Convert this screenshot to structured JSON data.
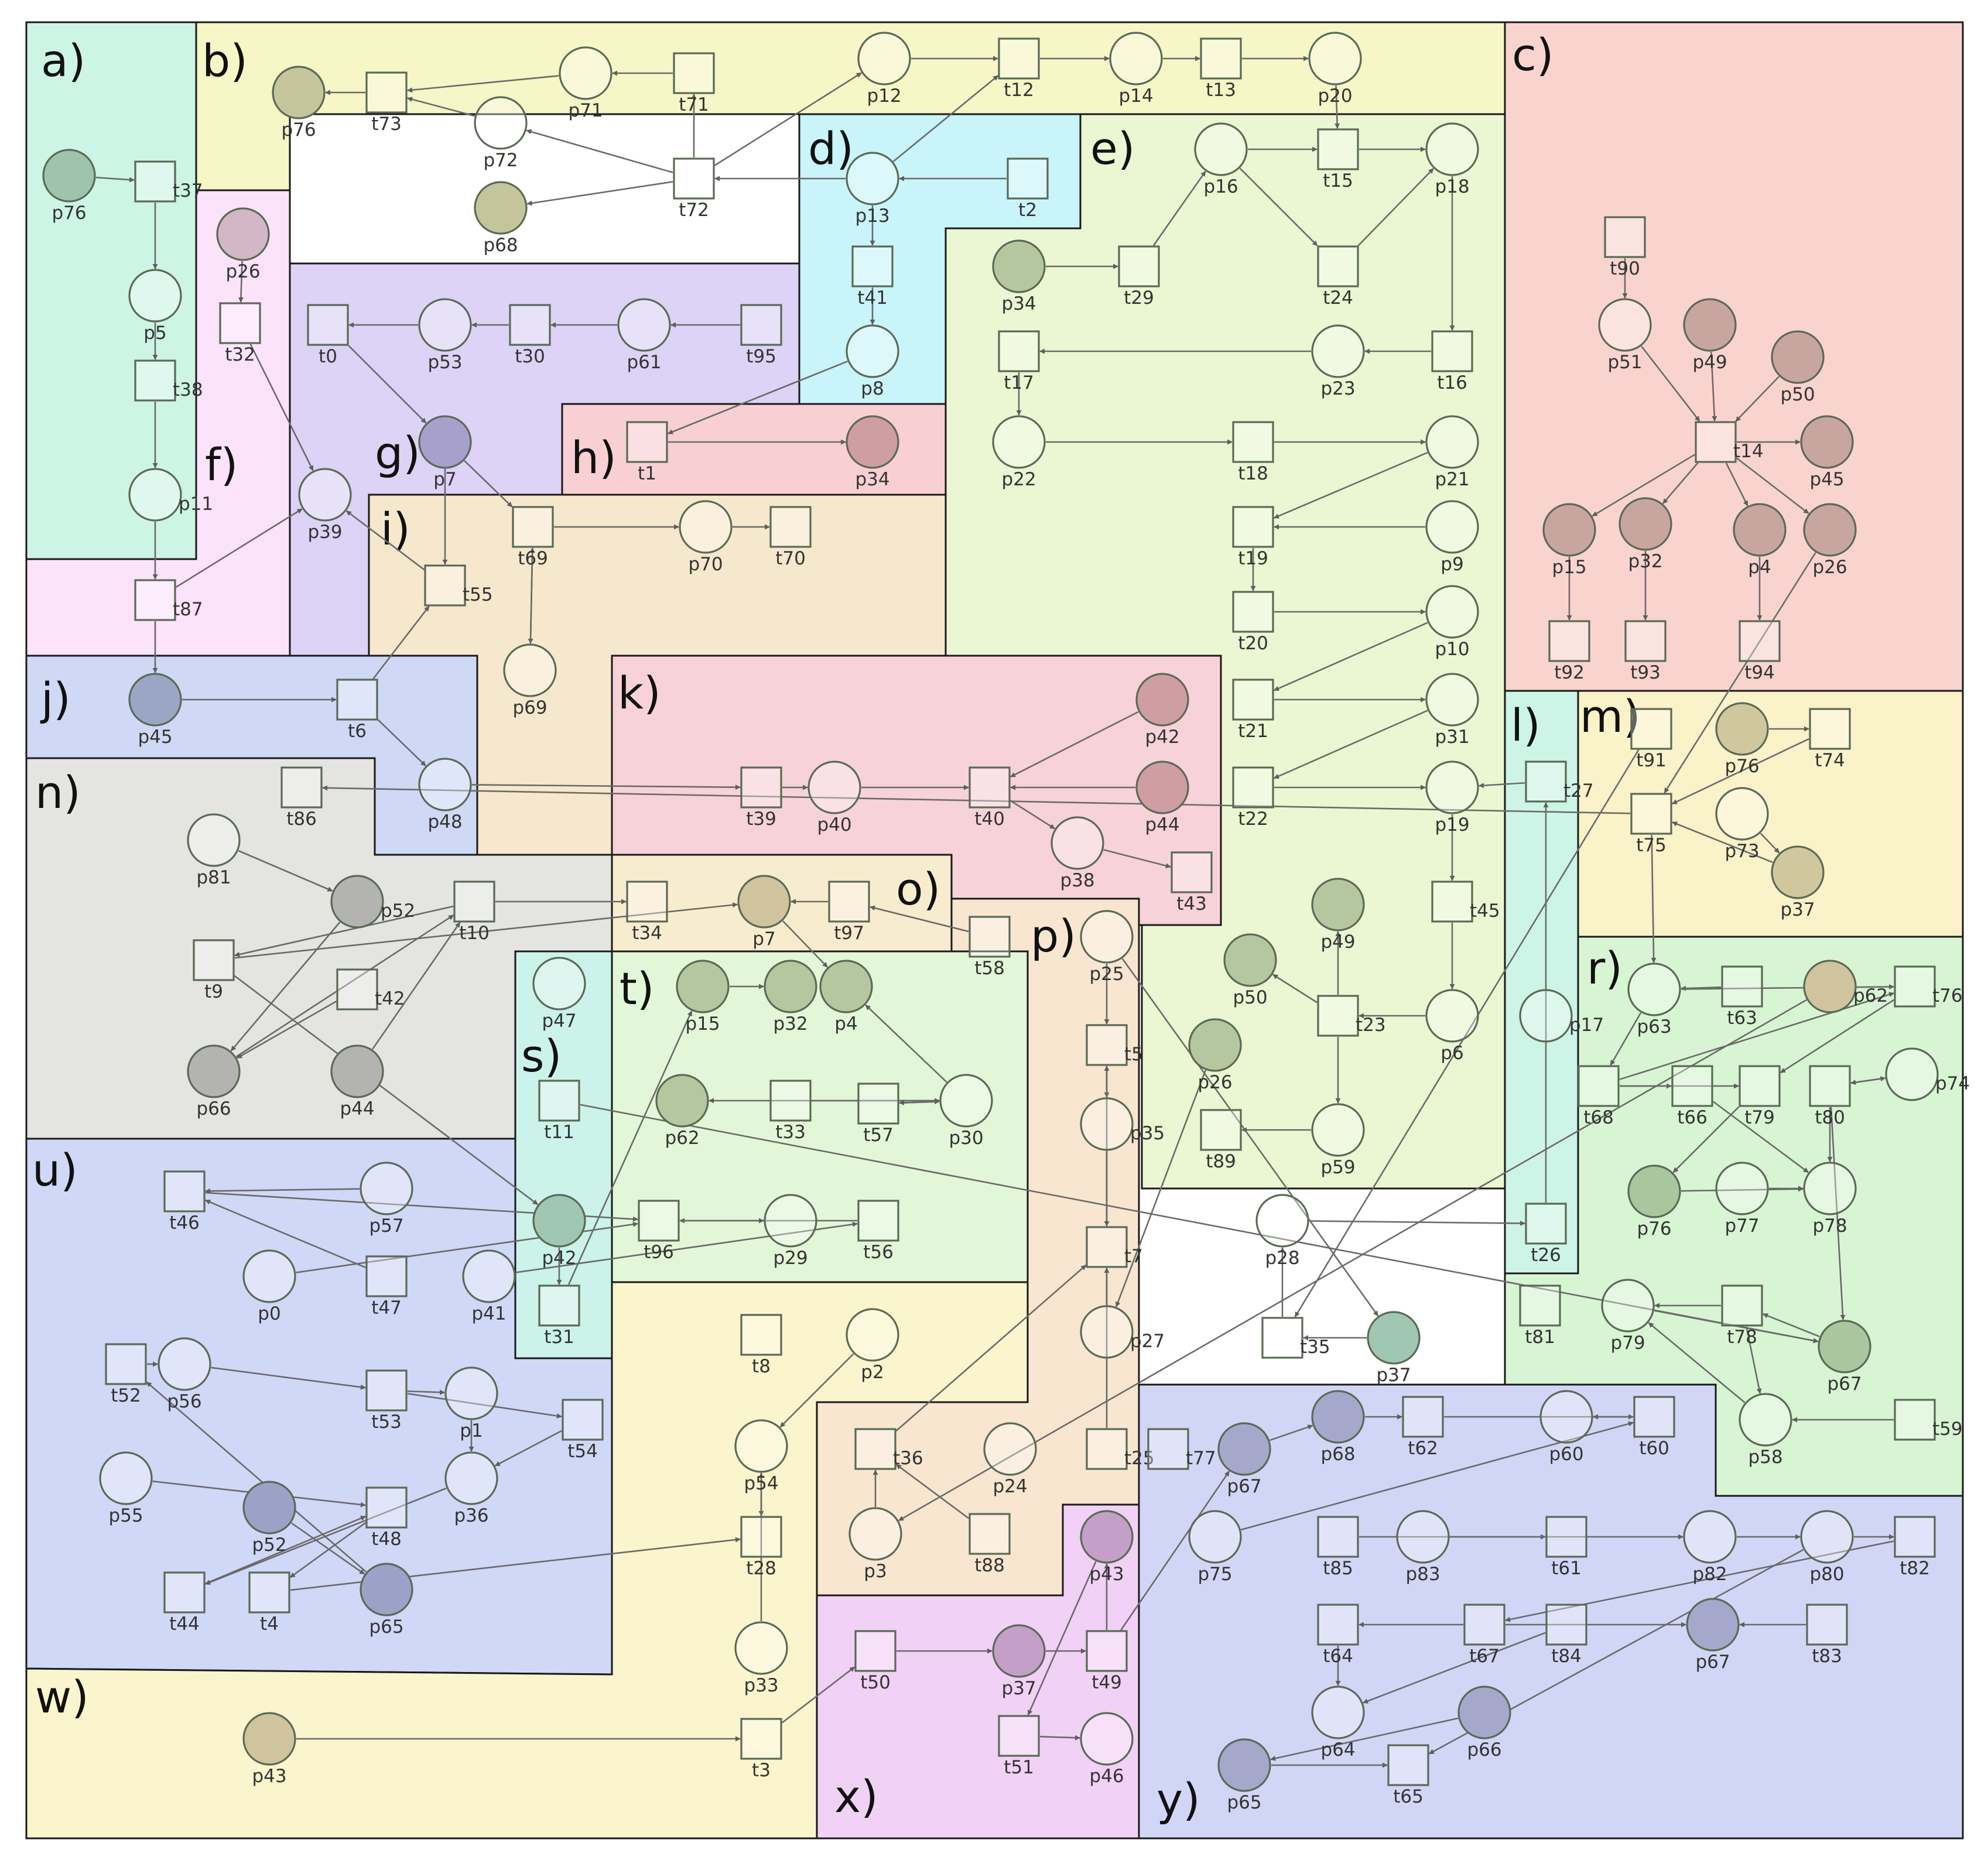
{
  "regions": [
    {
      "id": "a",
      "label": "a)",
      "color": "#cdf5e6"
    },
    {
      "id": "b",
      "label": "b)",
      "color": "#f6f6c6"
    },
    {
      "id": "c",
      "label": "c)",
      "color": "#f9d4cf"
    },
    {
      "id": "d",
      "label": "d)",
      "color": "#c9f4f9"
    },
    {
      "id": "e",
      "label": "e)",
      "color": "#eaf7d2"
    },
    {
      "id": "f",
      "label": "f)",
      "color": "#fbe3fa"
    },
    {
      "id": "g",
      "label": "g)",
      "color": "#dcd3f6"
    },
    {
      "id": "h",
      "label": "h)",
      "color": "#f8d0d4"
    },
    {
      "id": "i",
      "label": "i)",
      "color": "#f6e8cc"
    },
    {
      "id": "j",
      "label": "j)",
      "color": "#cfd9f6"
    },
    {
      "id": "k",
      "label": "k)",
      "color": "#f8d2d9"
    },
    {
      "id": "l",
      "label": "l)",
      "color": "#ccf5e7"
    },
    {
      "id": "m",
      "label": "m)",
      "color": "#faf2c8"
    },
    {
      "id": "n",
      "label": "n)",
      "color": "#e4e4e1"
    },
    {
      "id": "o",
      "label": "o)",
      "color": "#f8ecce"
    },
    {
      "id": "p",
      "label": "p)",
      "color": "#f8e6d0"
    },
    {
      "id": "r",
      "label": "r)",
      "color": "#d8f5d3"
    },
    {
      "id": "s",
      "label": "s)",
      "color": "#cbf3e9"
    },
    {
      "id": "t",
      "label": "t)",
      "color": "#e2f7d7"
    },
    {
      "id": "u",
      "label": "u)",
      "color": "#d0d8f7"
    },
    {
      "id": "w",
      "label": "w)",
      "color": "#faf5cc"
    },
    {
      "id": "x",
      "label": "x)",
      "color": "#f2d1f6"
    },
    {
      "id": "y",
      "label": "y)",
      "color": "#d2d6f6"
    }
  ],
  "nodes": [
    {
      "label": "p76",
      "kind": "place",
      "fill": "#9fc4ad"
    },
    {
      "label": "t37",
      "kind": "transition"
    },
    {
      "label": "p5",
      "kind": "place"
    },
    {
      "label": "t38",
      "kind": "transition"
    },
    {
      "label": "p11",
      "kind": "place"
    },
    {
      "label": "t87",
      "kind": "transition"
    },
    {
      "label": "p26",
      "kind": "place",
      "fill": "#d3b7c7"
    },
    {
      "label": "t32",
      "kind": "transition"
    },
    {
      "label": "p39",
      "kind": "place"
    },
    {
      "label": "p76",
      "kind": "place",
      "fill": "#c4c59b"
    },
    {
      "label": "t73",
      "kind": "transition"
    },
    {
      "label": "p71",
      "kind": "place"
    },
    {
      "label": "t71",
      "kind": "transition"
    },
    {
      "label": "p72",
      "kind": "place"
    },
    {
      "label": "p68",
      "kind": "place",
      "fill": "#c4c59b"
    },
    {
      "label": "t72",
      "kind": "transition"
    },
    {
      "label": "p12",
      "kind": "place"
    },
    {
      "label": "t12",
      "kind": "transition"
    },
    {
      "label": "p14",
      "kind": "place"
    },
    {
      "label": "t13",
      "kind": "transition"
    },
    {
      "label": "p20",
      "kind": "place"
    },
    {
      "label": "p13",
      "kind": "place"
    },
    {
      "label": "t2",
      "kind": "transition"
    },
    {
      "label": "t41",
      "kind": "transition"
    },
    {
      "label": "p8",
      "kind": "place"
    },
    {
      "label": "t0",
      "kind": "transition"
    },
    {
      "label": "p53",
      "kind": "place"
    },
    {
      "label": "t30",
      "kind": "transition"
    },
    {
      "label": "p61",
      "kind": "place"
    },
    {
      "label": "t95",
      "kind": "transition"
    },
    {
      "label": "p7",
      "kind": "place",
      "fill": "#a7a0cc"
    },
    {
      "label": "t1",
      "kind": "transition"
    },
    {
      "label": "p34",
      "kind": "place",
      "fill": "#cf9ea3"
    },
    {
      "label": "t55",
      "kind": "transition"
    },
    {
      "label": "t69",
      "kind": "transition"
    },
    {
      "label": "p70",
      "kind": "place"
    },
    {
      "label": "t70",
      "kind": "transition"
    },
    {
      "label": "p69",
      "kind": "place"
    },
    {
      "label": "p16",
      "kind": "place"
    },
    {
      "label": "t15",
      "kind": "transition"
    },
    {
      "label": "p18",
      "kind": "place"
    },
    {
      "label": "p34",
      "kind": "place",
      "fill": "#b5c79e"
    },
    {
      "label": "t29",
      "kind": "transition"
    },
    {
      "label": "t24",
      "kind": "transition"
    },
    {
      "label": "t17",
      "kind": "transition"
    },
    {
      "label": "p23",
      "kind": "place"
    },
    {
      "label": "t16",
      "kind": "transition"
    },
    {
      "label": "p22",
      "kind": "place"
    },
    {
      "label": "t18",
      "kind": "transition"
    },
    {
      "label": "p21",
      "kind": "place"
    },
    {
      "label": "t19",
      "kind": "transition"
    },
    {
      "label": "p9",
      "kind": "place"
    },
    {
      "label": "t20",
      "kind": "transition"
    },
    {
      "label": "p10",
      "kind": "place"
    },
    {
      "label": "t21",
      "kind": "transition"
    },
    {
      "label": "p31",
      "kind": "place"
    },
    {
      "label": "t22",
      "kind": "transition"
    },
    {
      "label": "p19",
      "kind": "place"
    },
    {
      "label": "t45",
      "kind": "transition"
    },
    {
      "label": "p6",
      "kind": "place"
    },
    {
      "label": "t23",
      "kind": "transition"
    },
    {
      "label": "p49",
      "kind": "place",
      "fill": "#b5c79e"
    },
    {
      "label": "p50",
      "kind": "place",
      "fill": "#b5c79e"
    },
    {
      "label": "p26",
      "kind": "place",
      "fill": "#b5c79e"
    },
    {
      "label": "t89",
      "kind": "transition"
    },
    {
      "label": "p59",
      "kind": "place"
    },
    {
      "label": "t90",
      "kind": "transition"
    },
    {
      "label": "p51",
      "kind": "place"
    },
    {
      "label": "p49",
      "kind": "place",
      "fill": "#c9a5a0"
    },
    {
      "label": "p50",
      "kind": "place",
      "fill": "#c9a5a0"
    },
    {
      "label": "t14",
      "kind": "transition"
    },
    {
      "label": "p45",
      "kind": "place",
      "fill": "#c9a5a0"
    },
    {
      "label": "p15",
      "kind": "place",
      "fill": "#c9a5a0"
    },
    {
      "label": "p32",
      "kind": "place",
      "fill": "#c9a5a0"
    },
    {
      "label": "p4",
      "kind": "place",
      "fill": "#c9a5a0"
    },
    {
      "label": "p26",
      "kind": "place",
      "fill": "#c9a5a0"
    },
    {
      "label": "t92",
      "kind": "transition"
    },
    {
      "label": "t93",
      "kind": "transition"
    },
    {
      "label": "t94",
      "kind": "transition"
    },
    {
      "label": "p45",
      "kind": "place",
      "fill": "#9ba6c7"
    },
    {
      "label": "t6",
      "kind": "transition"
    },
    {
      "label": "p48",
      "kind": "place"
    },
    {
      "label": "t39",
      "kind": "transition"
    },
    {
      "label": "p40",
      "kind": "place"
    },
    {
      "label": "t40",
      "kind": "transition"
    },
    {
      "label": "p42",
      "kind": "place",
      "fill": "#cf9ea3"
    },
    {
      "label": "p44",
      "kind": "place",
      "fill": "#cf9ea3"
    },
    {
      "label": "p38",
      "kind": "place"
    },
    {
      "label": "t43",
      "kind": "transition"
    },
    {
      "label": "t27",
      "kind": "transition"
    },
    {
      "label": "p17",
      "kind": "place"
    },
    {
      "label": "t26",
      "kind": "transition"
    },
    {
      "label": "p28",
      "kind": "place"
    },
    {
      "label": "t35",
      "kind": "transition"
    },
    {
      "label": "p37",
      "kind": "place",
      "fill": "#9fc7b1"
    },
    {
      "label": "t91",
      "kind": "transition"
    },
    {
      "label": "p76",
      "kind": "place",
      "fill": "#d0c79f"
    },
    {
      "label": "t74",
      "kind": "transition"
    },
    {
      "label": "t75",
      "kind": "transition"
    },
    {
      "label": "p73",
      "kind": "place"
    },
    {
      "label": "p37",
      "kind": "place",
      "fill": "#d0c79f"
    },
    {
      "label": "t86",
      "kind": "transition"
    },
    {
      "label": "p81",
      "kind": "place"
    },
    {
      "label": "p52",
      "kind": "place",
      "fill": "#b3b3b1"
    },
    {
      "label": "t10",
      "kind": "transition"
    },
    {
      "label": "t9",
      "kind": "transition"
    },
    {
      "label": "t42",
      "kind": "transition"
    },
    {
      "label": "p66",
      "kind": "place",
      "fill": "#b3b3b1"
    },
    {
      "label": "p44",
      "kind": "place",
      "fill": "#b3b3b1"
    },
    {
      "label": "t34",
      "kind": "transition"
    },
    {
      "label": "p7",
      "kind": "place",
      "fill": "#cfc49d"
    },
    {
      "label": "t97",
      "kind": "transition"
    },
    {
      "label": "t58",
      "kind": "transition"
    },
    {
      "label": "p25",
      "kind": "place"
    },
    {
      "label": "t5",
      "kind": "transition"
    },
    {
      "label": "p35",
      "kind": "place"
    },
    {
      "label": "t7",
      "kind": "transition"
    },
    {
      "label": "p27",
      "kind": "place"
    },
    {
      "label": "t25",
      "kind": "transition"
    },
    {
      "label": "p24",
      "kind": "place"
    },
    {
      "label": "t36",
      "kind": "transition"
    },
    {
      "label": "p3",
      "kind": "place"
    },
    {
      "label": "t88",
      "kind": "transition"
    },
    {
      "label": "p62",
      "kind": "place",
      "fill": "#cfc49d"
    },
    {
      "label": "t63",
      "kind": "transition"
    },
    {
      "label": "p63",
      "kind": "place"
    },
    {
      "label": "t76",
      "kind": "transition"
    },
    {
      "label": "t68",
      "kind": "transition"
    },
    {
      "label": "t66",
      "kind": "transition"
    },
    {
      "label": "t79",
      "kind": "transition"
    },
    {
      "label": "t80",
      "kind": "transition"
    },
    {
      "label": "p74",
      "kind": "place"
    },
    {
      "label": "p76",
      "kind": "place",
      "fill": "#a8c79e"
    },
    {
      "label": "p77",
      "kind": "place"
    },
    {
      "label": "p78",
      "kind": "place"
    },
    {
      "label": "t81",
      "kind": "transition"
    },
    {
      "label": "p79",
      "kind": "place"
    },
    {
      "label": "t78",
      "kind": "transition"
    },
    {
      "label": "p67",
      "kind": "place",
      "fill": "#a8c79e"
    },
    {
      "label": "p58",
      "kind": "place"
    },
    {
      "label": "t59",
      "kind": "transition"
    },
    {
      "label": "p47",
      "kind": "place"
    },
    {
      "label": "t11",
      "kind": "transition"
    },
    {
      "label": "p42",
      "kind": "place",
      "fill": "#9fc7b1"
    },
    {
      "label": "t31",
      "kind": "transition"
    },
    {
      "label": "p15",
      "kind": "place",
      "fill": "#b5c79e"
    },
    {
      "label": "p32",
      "kind": "place",
      "fill": "#b5c79e"
    },
    {
      "label": "p4",
      "kind": "place",
      "fill": "#b5c79e"
    },
    {
      "label": "p62",
      "kind": "place",
      "fill": "#b5c79e"
    },
    {
      "label": "t33",
      "kind": "transition"
    },
    {
      "label": "t57",
      "kind": "transition"
    },
    {
      "label": "p30",
      "kind": "place"
    },
    {
      "label": "t96",
      "kind": "transition"
    },
    {
      "label": "p29",
      "kind": "place"
    },
    {
      "label": "t56",
      "kind": "transition"
    },
    {
      "label": "t46",
      "kind": "transition"
    },
    {
      "label": "p57",
      "kind": "place"
    },
    {
      "label": "p0",
      "kind": "place"
    },
    {
      "label": "t47",
      "kind": "transition"
    },
    {
      "label": "p41",
      "kind": "place"
    },
    {
      "label": "t52",
      "kind": "transition"
    },
    {
      "label": "p56",
      "kind": "place"
    },
    {
      "label": "t53",
      "kind": "transition"
    },
    {
      "label": "p1",
      "kind": "place"
    },
    {
      "label": "t54",
      "kind": "transition"
    },
    {
      "label": "p55",
      "kind": "place"
    },
    {
      "label": "p36",
      "kind": "place"
    },
    {
      "label": "t48",
      "kind": "transition"
    },
    {
      "label": "p52",
      "kind": "place",
      "fill": "#9aa3c7"
    },
    {
      "label": "t44",
      "kind": "transition"
    },
    {
      "label": "t4",
      "kind": "transition"
    },
    {
      "label": "p65",
      "kind": "place",
      "fill": "#9aa3c7"
    },
    {
      "label": "t8",
      "kind": "transition"
    },
    {
      "label": "p2",
      "kind": "place"
    },
    {
      "label": "p54",
      "kind": "place"
    },
    {
      "label": "t28",
      "kind": "transition"
    },
    {
      "label": "p33",
      "kind": "place"
    },
    {
      "label": "t3",
      "kind": "transition"
    },
    {
      "label": "p43",
      "kind": "place",
      "fill": "#cfc49d"
    },
    {
      "label": "t50",
      "kind": "transition"
    },
    {
      "label": "p37",
      "kind": "place",
      "fill": "#c4a0c8"
    },
    {
      "label": "t49",
      "kind": "transition"
    },
    {
      "label": "p43",
      "kind": "place",
      "fill": "#c4a0c8"
    },
    {
      "label": "t51",
      "kind": "transition"
    },
    {
      "label": "p46",
      "kind": "place"
    },
    {
      "label": "t77",
      "kind": "transition"
    },
    {
      "label": "p67",
      "kind": "place",
      "fill": "#a6a8cb"
    },
    {
      "label": "p68",
      "kind": "place",
      "fill": "#a6a8cb"
    },
    {
      "label": "t62",
      "kind": "transition"
    },
    {
      "label": "p60",
      "kind": "place"
    },
    {
      "label": "t60",
      "kind": "transition"
    },
    {
      "label": "p75",
      "kind": "place"
    },
    {
      "label": "t85",
      "kind": "transition"
    },
    {
      "label": "p83",
      "kind": "place"
    },
    {
      "label": "t61",
      "kind": "transition"
    },
    {
      "label": "p82",
      "kind": "place"
    },
    {
      "label": "p80",
      "kind": "place"
    },
    {
      "label": "t82",
      "kind": "transition"
    },
    {
      "label": "t64",
      "kind": "transition"
    },
    {
      "label": "t67",
      "kind": "transition"
    },
    {
      "label": "t84",
      "kind": "transition"
    },
    {
      "label": "p67",
      "kind": "place",
      "fill": "#a6a8cb"
    },
    {
      "label": "t83",
      "kind": "transition"
    },
    {
      "label": "p64",
      "kind": "place"
    },
    {
      "label": "p66",
      "kind": "place",
      "fill": "#a6a8cb"
    },
    {
      "label": "p65",
      "kind": "place",
      "fill": "#a6a8cb"
    },
    {
      "label": "t65",
      "kind": "transition"
    }
  ]
}
